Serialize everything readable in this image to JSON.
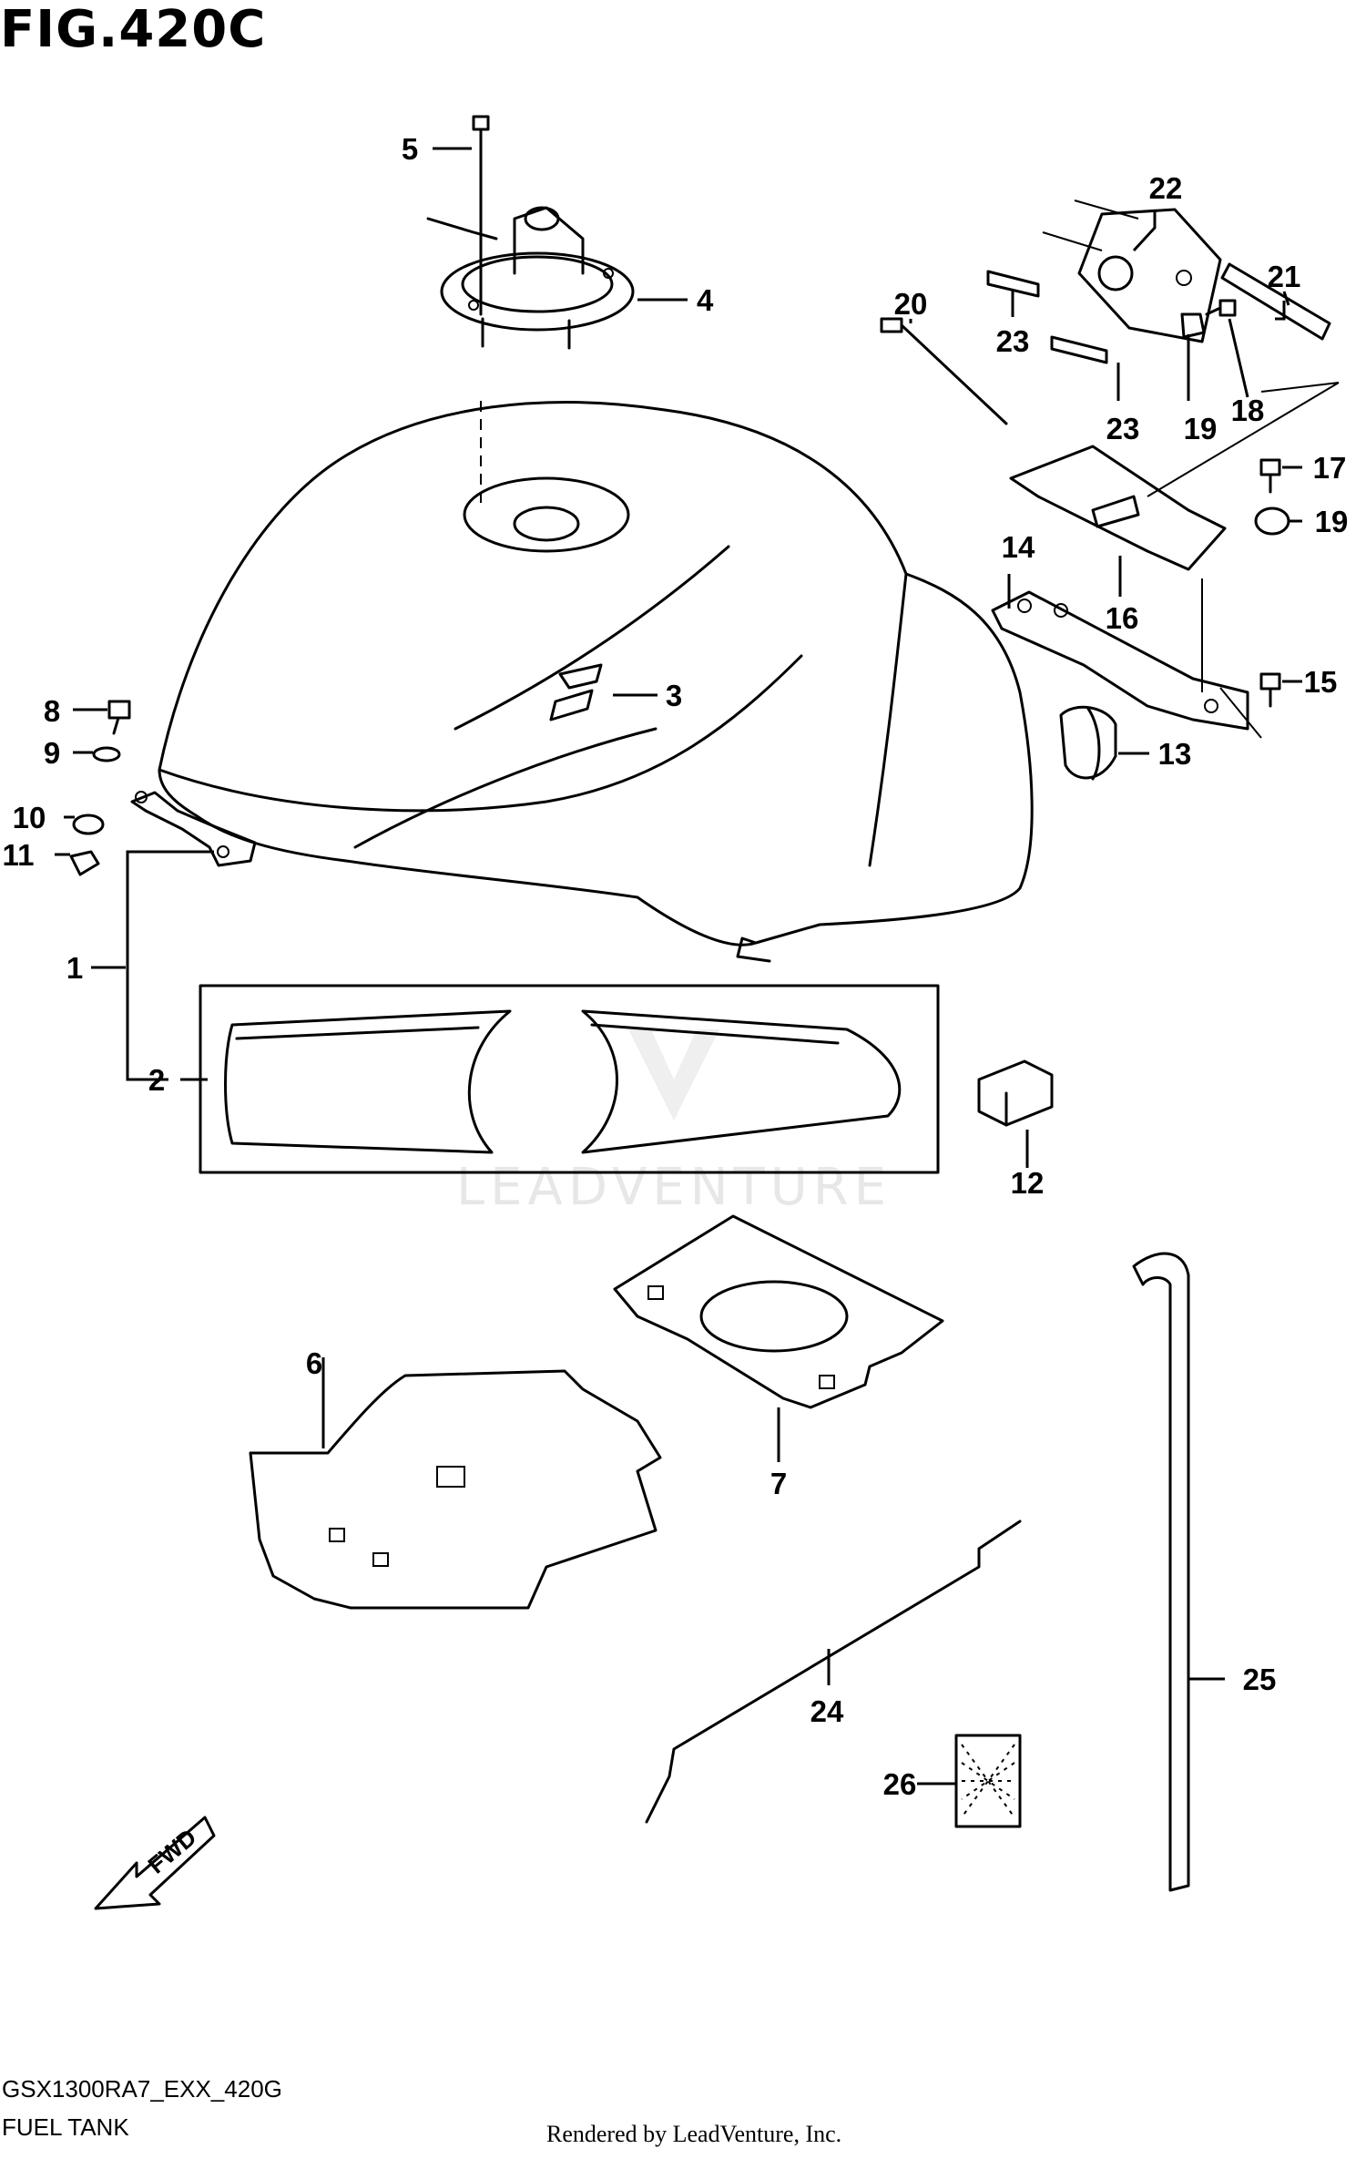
{
  "figure": {
    "title": "FIG.420C",
    "model_code": "GSX1300RA7_EXX_420G",
    "section_name": "FUEL TANK",
    "credit": "Rendered by LeadVenture, Inc.",
    "watermark": "LEADVENTURE"
  },
  "direction_arrow": {
    "label": "FWD"
  },
  "callouts": [
    {
      "id": "c1",
      "label": "1"
    },
    {
      "id": "c2",
      "label": "2"
    },
    {
      "id": "c3",
      "label": "3"
    },
    {
      "id": "c4",
      "label": "4"
    },
    {
      "id": "c5",
      "label": "5"
    },
    {
      "id": "c6",
      "label": "6"
    },
    {
      "id": "c7",
      "label": "7"
    },
    {
      "id": "c8",
      "label": "8"
    },
    {
      "id": "c9",
      "label": "9"
    },
    {
      "id": "c10",
      "label": "10"
    },
    {
      "id": "c11",
      "label": "11"
    },
    {
      "id": "c12",
      "label": "12"
    },
    {
      "id": "c13",
      "label": "13"
    },
    {
      "id": "c14",
      "label": "14"
    },
    {
      "id": "c15",
      "label": "15"
    },
    {
      "id": "c16",
      "label": "16"
    },
    {
      "id": "c17",
      "label": "17"
    },
    {
      "id": "c18",
      "label": "18"
    },
    {
      "id": "c19a",
      "label": "19"
    },
    {
      "id": "c19b",
      "label": "19"
    },
    {
      "id": "c20",
      "label": "20"
    },
    {
      "id": "c21",
      "label": "21"
    },
    {
      "id": "c22",
      "label": "22"
    },
    {
      "id": "c23a",
      "label": "23"
    },
    {
      "id": "c23b",
      "label": "23"
    },
    {
      "id": "c24",
      "label": "24"
    },
    {
      "id": "c25",
      "label": "25"
    },
    {
      "id": "c26",
      "label": "26"
    }
  ],
  "colors": {
    "line": "#000000",
    "background": "#ffffff",
    "watermark": "#e7e7e7"
  }
}
